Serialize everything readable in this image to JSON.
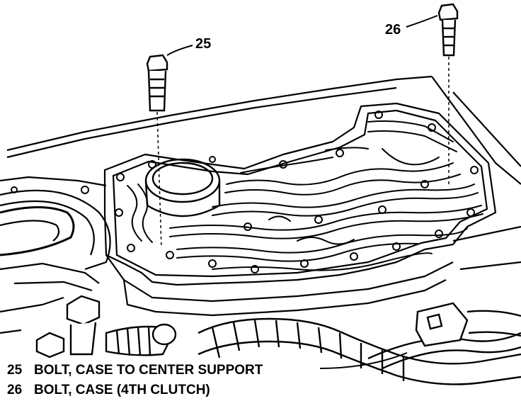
{
  "diagram": {
    "callouts": [
      {
        "number": "25"
      },
      {
        "number": "26"
      }
    ],
    "legend": [
      {
        "number": "25",
        "label": "BOLT, CASE TO CENTER SUPPORT"
      },
      {
        "number": "26",
        "label": "BOLT, CASE (4TH CLUTCH)"
      }
    ]
  }
}
